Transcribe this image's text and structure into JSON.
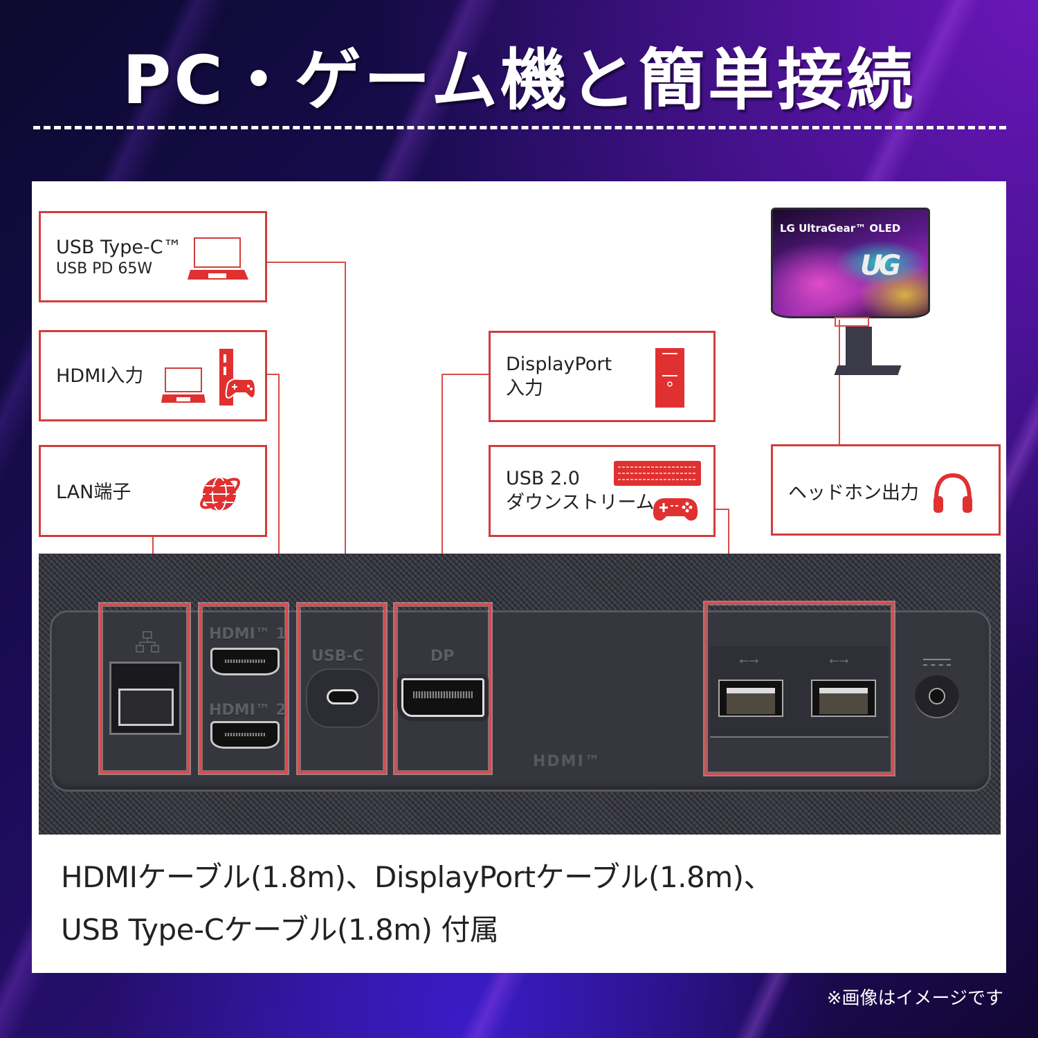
{
  "header": {
    "title": "PC・ゲーム機と簡単接続"
  },
  "callouts": {
    "usb_c": {
      "line1": "USB Type-C™",
      "line2": "USB PD 65W",
      "icon": "laptop-icon"
    },
    "hdmi": {
      "label": "HDMI入力",
      "icons": [
        "laptop-icon",
        "game-console-icon"
      ]
    },
    "lan": {
      "label": "LAN端子",
      "icon": "globe-network-icon"
    },
    "displayport": {
      "line1": "DisplayPort",
      "line2": "入力",
      "icon": "desktop-tower-icon"
    },
    "usb2": {
      "line1": "USB 2.0",
      "line2": "ダウンストリーム",
      "icons": [
        "keyboard-icon",
        "gamepad-icon"
      ]
    },
    "headphone": {
      "label": "ヘッドホン出力",
      "icon": "headphones-icon"
    }
  },
  "monitor": {
    "brand": "LG UltraGear™ OLED",
    "logo": "UG"
  },
  "ports": {
    "hdmi1": "HDMI™ 1",
    "hdmi2": "HDMI™ 2",
    "usbc": "USB-C",
    "dp": "DP",
    "hdmi_logo": "HDMI™"
  },
  "caption": {
    "line1": "HDMIケーブル(1.8m)、DisplayPortケーブル(1.8m)、",
    "line2": "USB Type-Cケーブル(1.8m) 付属"
  },
  "footer": {
    "note": "※画像はイメージです"
  },
  "colors": {
    "accent_red": "#d23c3c",
    "background_purple": "#2d0f78"
  }
}
